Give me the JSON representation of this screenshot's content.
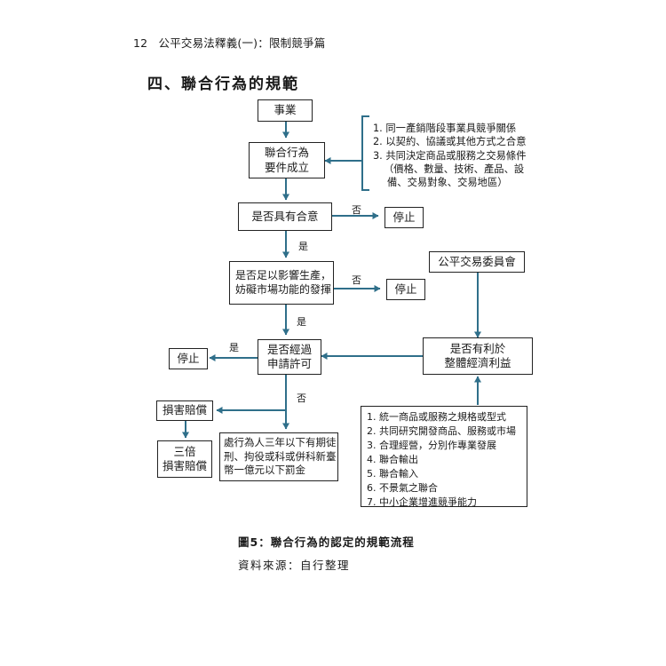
{
  "header": {
    "page_number": "12",
    "running_title": "公平交易法釋義(一)：限制競爭篇"
  },
  "section_title": "四、聯合行為的規範",
  "flow": {
    "enterprise": "事業",
    "elements": "聯合行為\n要件成立",
    "elements_list": [
      "1. 同一產銷階段事業具競爭關係",
      "2. 以契約、協議或其他方式之合意",
      "3. 共同決定商品或服務之交易條件",
      "（價格、數量、技術、產品、設",
      "備、交易對象、交易地區）"
    ],
    "agreement_q": "是否具有合意",
    "no1": "否",
    "stop1": "停止",
    "yes1": "是",
    "market_q": "是否足以影響生產，\n妨礙市場功能的發揮",
    "no2": "否",
    "stop2": "停止",
    "ftc": "公平交易委員會",
    "yes2": "是",
    "approved_q": "是否經過\n申請許可",
    "yes3": "是",
    "stop3": "停止",
    "benefit_q": "是否有利於\n整體經濟利益",
    "no3": "否",
    "damages": "損害賠償",
    "triple_damages": "三倍\n損害賠償",
    "penalty": "處行為人三年以下有期徒\n刑、拘役或科或併科新臺\n幣一億元以下罰金",
    "exceptions": [
      "1. 統一商品或服務之規格或型式",
      "2. 共同研究開發商品、服務或市場",
      "3. 合理經營，分別作專業發展",
      "4. 聯合輸出",
      "5. 聯合輸入",
      "6. 不景氣之聯合",
      "7. 中小企業增進競爭能力"
    ]
  },
  "caption": "圖5：聯合行為的認定的規範流程",
  "source": "資料來源：自行整理",
  "colors": {
    "arrow": "#2f6f8a",
    "border": "#222222",
    "text": "#1a1a1a"
  }
}
